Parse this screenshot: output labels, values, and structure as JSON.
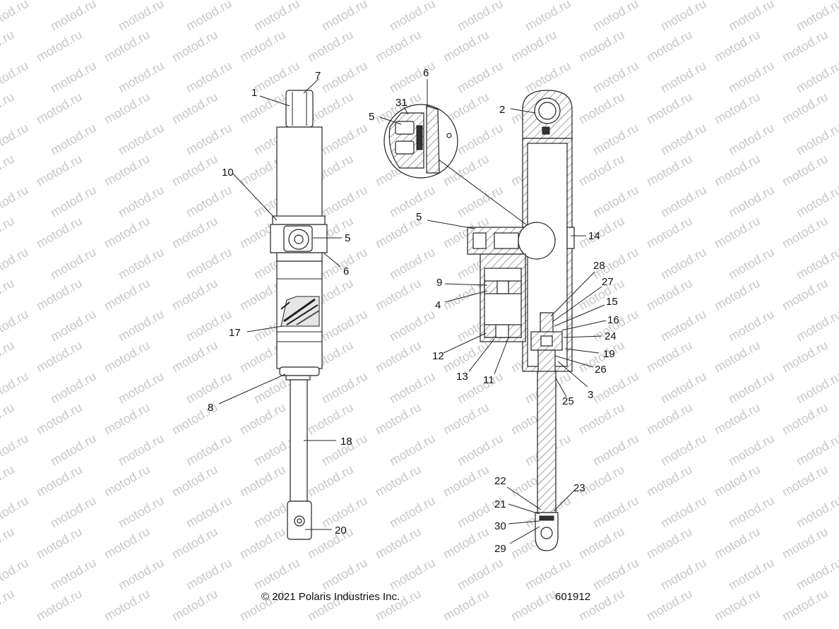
{
  "watermark": {
    "text": "motod.ru"
  },
  "footer": {
    "copyright": "©  2021 Polaris Industries Inc.",
    "part_number": "601912"
  },
  "callouts": {
    "left": {
      "c1": "1",
      "c7": "7",
      "c10": "10",
      "c5": "5",
      "c6": "6",
      "c17": "17",
      "c8": "8",
      "c18": "18",
      "c20": "20"
    },
    "right": {
      "c6": "6",
      "c31": "31",
      "c5a": "5",
      "c2": "2",
      "c5b": "5",
      "c14": "14",
      "c28": "28",
      "c9": "9",
      "c27": "27",
      "c4": "4",
      "c15": "15",
      "c16": "16",
      "c24": "24",
      "c12": "12",
      "c19": "19",
      "c13": "13",
      "c11": "11",
      "c26": "26",
      "c3": "3",
      "c25": "25",
      "c22": "22",
      "c23": "23",
      "c21": "21",
      "c30": "30",
      "c29": "29"
    }
  }
}
